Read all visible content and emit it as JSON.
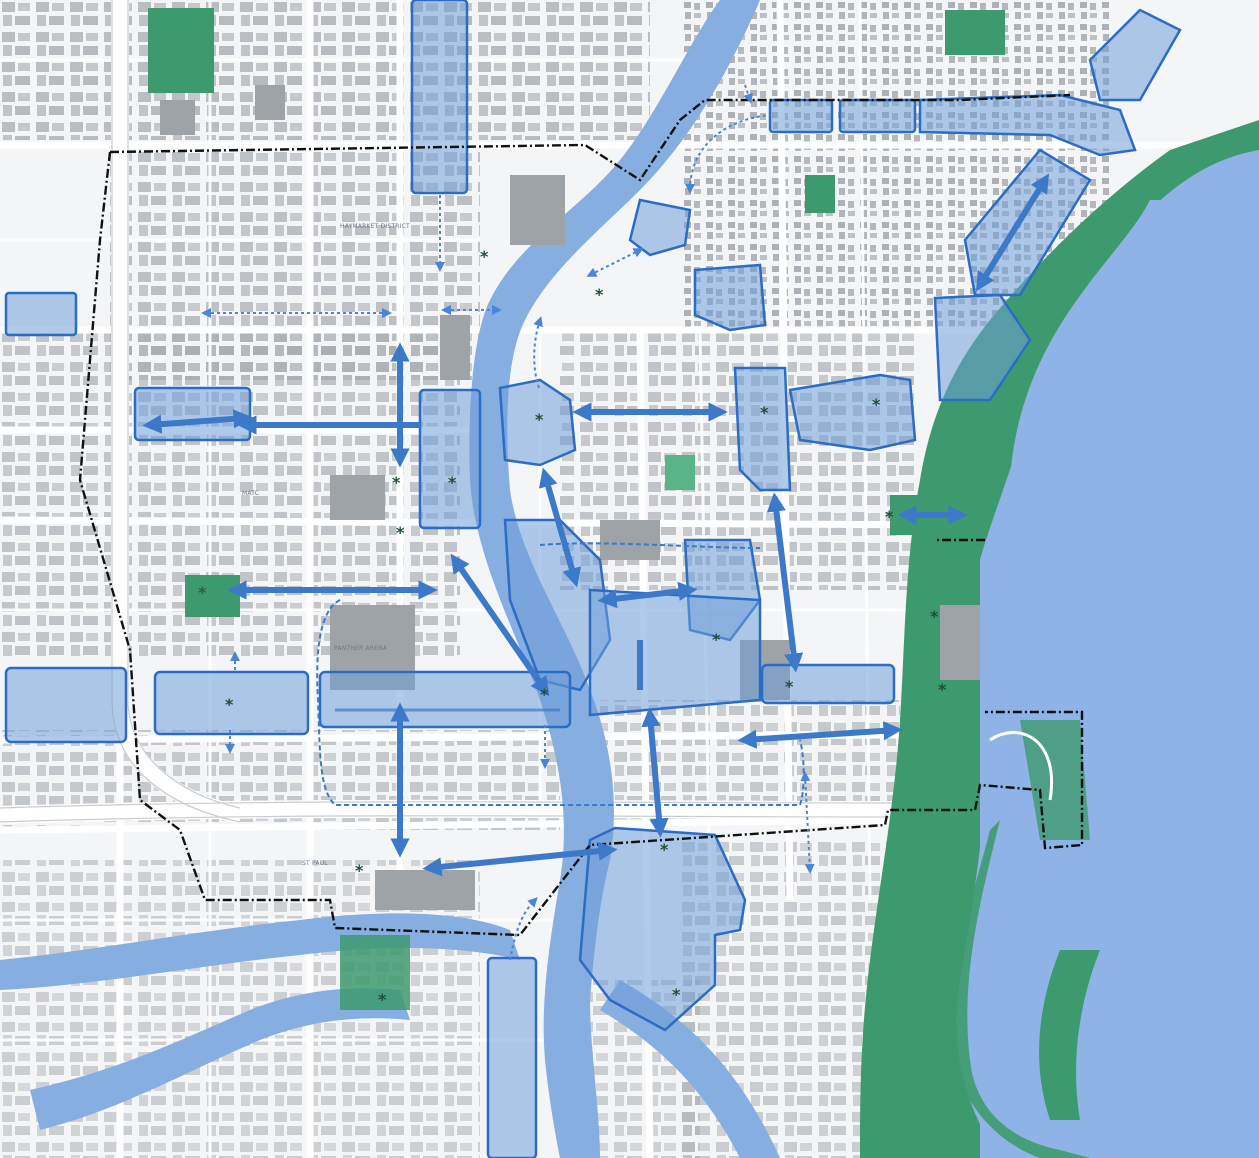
{
  "map": {
    "colors": {
      "background": "#f7f8f9",
      "block": "#cfd2d6",
      "building": "#9ea3a8",
      "street": "#ffffff",
      "water": "#86aee0",
      "lake": "#8fb3e6",
      "park": "#3d9a6e",
      "park_light": "#59b487",
      "district_fill": "#6f9fd8",
      "district_stroke": "#2b6cc4",
      "arrow": "#3d79c9",
      "boundary": "#111111"
    },
    "labels": {
      "haymarket": "HAYMARKET DISTRICT",
      "mcc": "MATC",
      "center": "PANTHER ARENA",
      "st_paul": "ST PAUL"
    },
    "icons": {
      "district_marker": "asterisk-icon",
      "connection_arrow": "double-arrow-icon"
    }
  }
}
